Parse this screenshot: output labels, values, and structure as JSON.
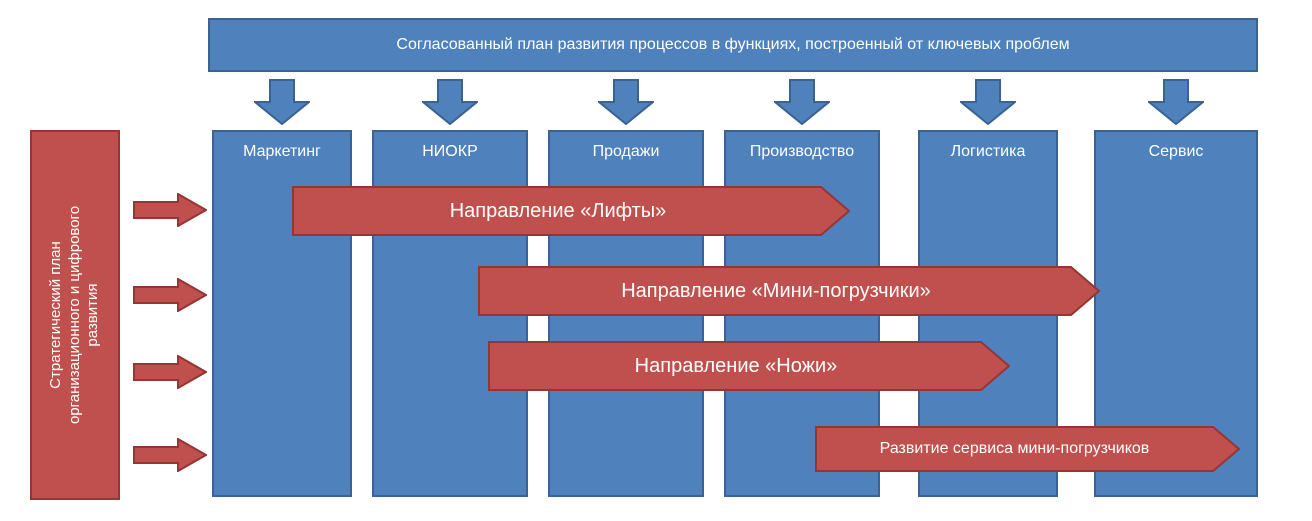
{
  "top_banner": {
    "label": "Согласованный план развития процессов в функциях, построенный от ключевых проблем"
  },
  "left_panel": {
    "label": "Стратегический план организационного и цифрового развития"
  },
  "columns": [
    {
      "label": "Маркетинг"
    },
    {
      "label": "НИОКР"
    },
    {
      "label": "Продажи"
    },
    {
      "label": "Производство"
    },
    {
      "label": "Логистика"
    },
    {
      "label": "Сервис"
    }
  ],
  "direction_banners": [
    {
      "label": "Направление «Лифты»"
    },
    {
      "label": "Направление «Мини-погрузчики»"
    },
    {
      "label": "Направление «Ножи»"
    },
    {
      "label": "Развитие сервиса мини-погрузчиков"
    }
  ],
  "colors": {
    "blue_fill": "#4F81BD",
    "blue_border": "#3A6293",
    "red_fill": "#C0504D",
    "red_border": "#943634",
    "text": "#FFFFFF"
  }
}
